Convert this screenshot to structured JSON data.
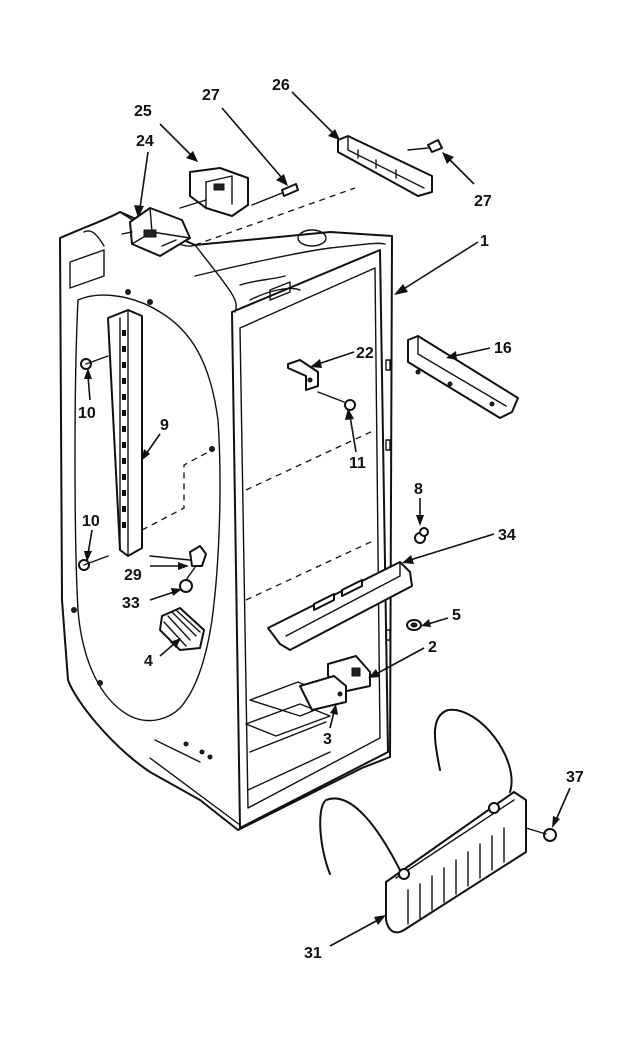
{
  "diagram": {
    "callouts": {
      "c1": "1",
      "c2": "2",
      "c3": "3",
      "c4": "4",
      "c5": "5",
      "c8": "8",
      "c9": "9",
      "c10a": "10",
      "c10b": "10",
      "c11": "11",
      "c16": "16",
      "c22": "22",
      "c24": "24",
      "c25": "25",
      "c26": "26",
      "c27a": "27",
      "c27b": "27",
      "c29": "29",
      "c31": "31",
      "c33": "33",
      "c34": "34",
      "c37": "37"
    }
  }
}
